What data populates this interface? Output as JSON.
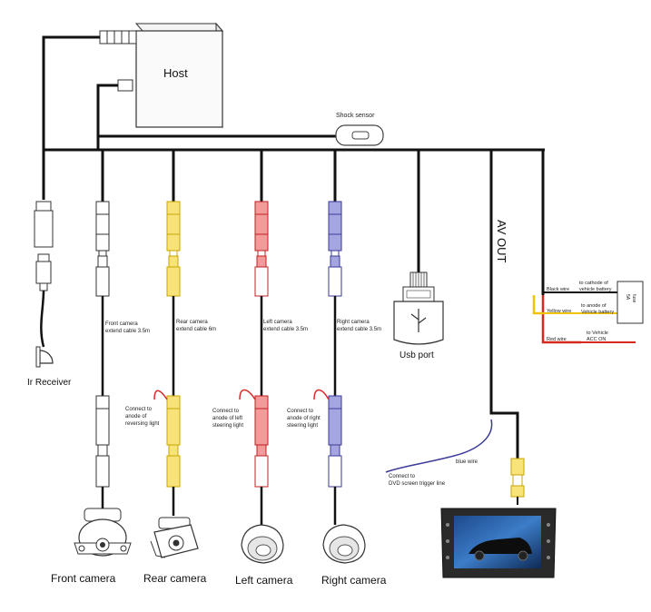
{
  "host": {
    "label": "Host"
  },
  "shock_sensor": {
    "label": "Shock sensor"
  },
  "av_out": {
    "label": "AV OUT"
  },
  "ir_receiver": {
    "label": "Ir Receiver"
  },
  "usb_port": {
    "label": "Usb port"
  },
  "cables": {
    "front": {
      "line1": "Front camera",
      "line2": "extend cable 3.5m"
    },
    "rear": {
      "line1": "Rear camera",
      "line2": "extend cable 6m"
    },
    "left": {
      "line1": "Left camera",
      "line2": "extend cable 3.5m"
    },
    "right": {
      "line1": "Right camera",
      "line2": "extend cable 3.5m"
    }
  },
  "connections": {
    "rear": {
      "line1": "Connect to",
      "line2": "anode of",
      "line3": "reversing light"
    },
    "left": {
      "line1": "Connect to",
      "line2": "anode of left",
      "line3": "steering  light"
    },
    "right": {
      "line1": "Connect to",
      "line2": "anode of right",
      "line3": "steering light"
    }
  },
  "dvd": {
    "blue_wire": "blue wire",
    "line1": "Connect to",
    "line2": "DVD screen trigger line"
  },
  "power": {
    "black_wire": "Black wire",
    "black_target_1": "to cathode of",
    "black_target_2": "vehicle battery",
    "yellow_wire": "Yellow wire",
    "yellow_target_1": "to anode of",
    "yellow_target_2": "Vehicle battery",
    "red_wire": "Red wire",
    "red_target_1": "to Vehicle",
    "red_target_2": "ACC ON",
    "fuse_label_1": "5A",
    "fuse_label_2": "fuse"
  },
  "cameras": {
    "front": "Front camera",
    "rear": "Rear camera",
    "left": "Left camera",
    "right": "Right camera"
  },
  "colors": {
    "wire": "#111111",
    "yellow": "#e8c21a",
    "red": "#d92a2a",
    "blue": "#3a3a9a",
    "power_yellow": "#f0c400",
    "power_red": "#d8281c"
  }
}
